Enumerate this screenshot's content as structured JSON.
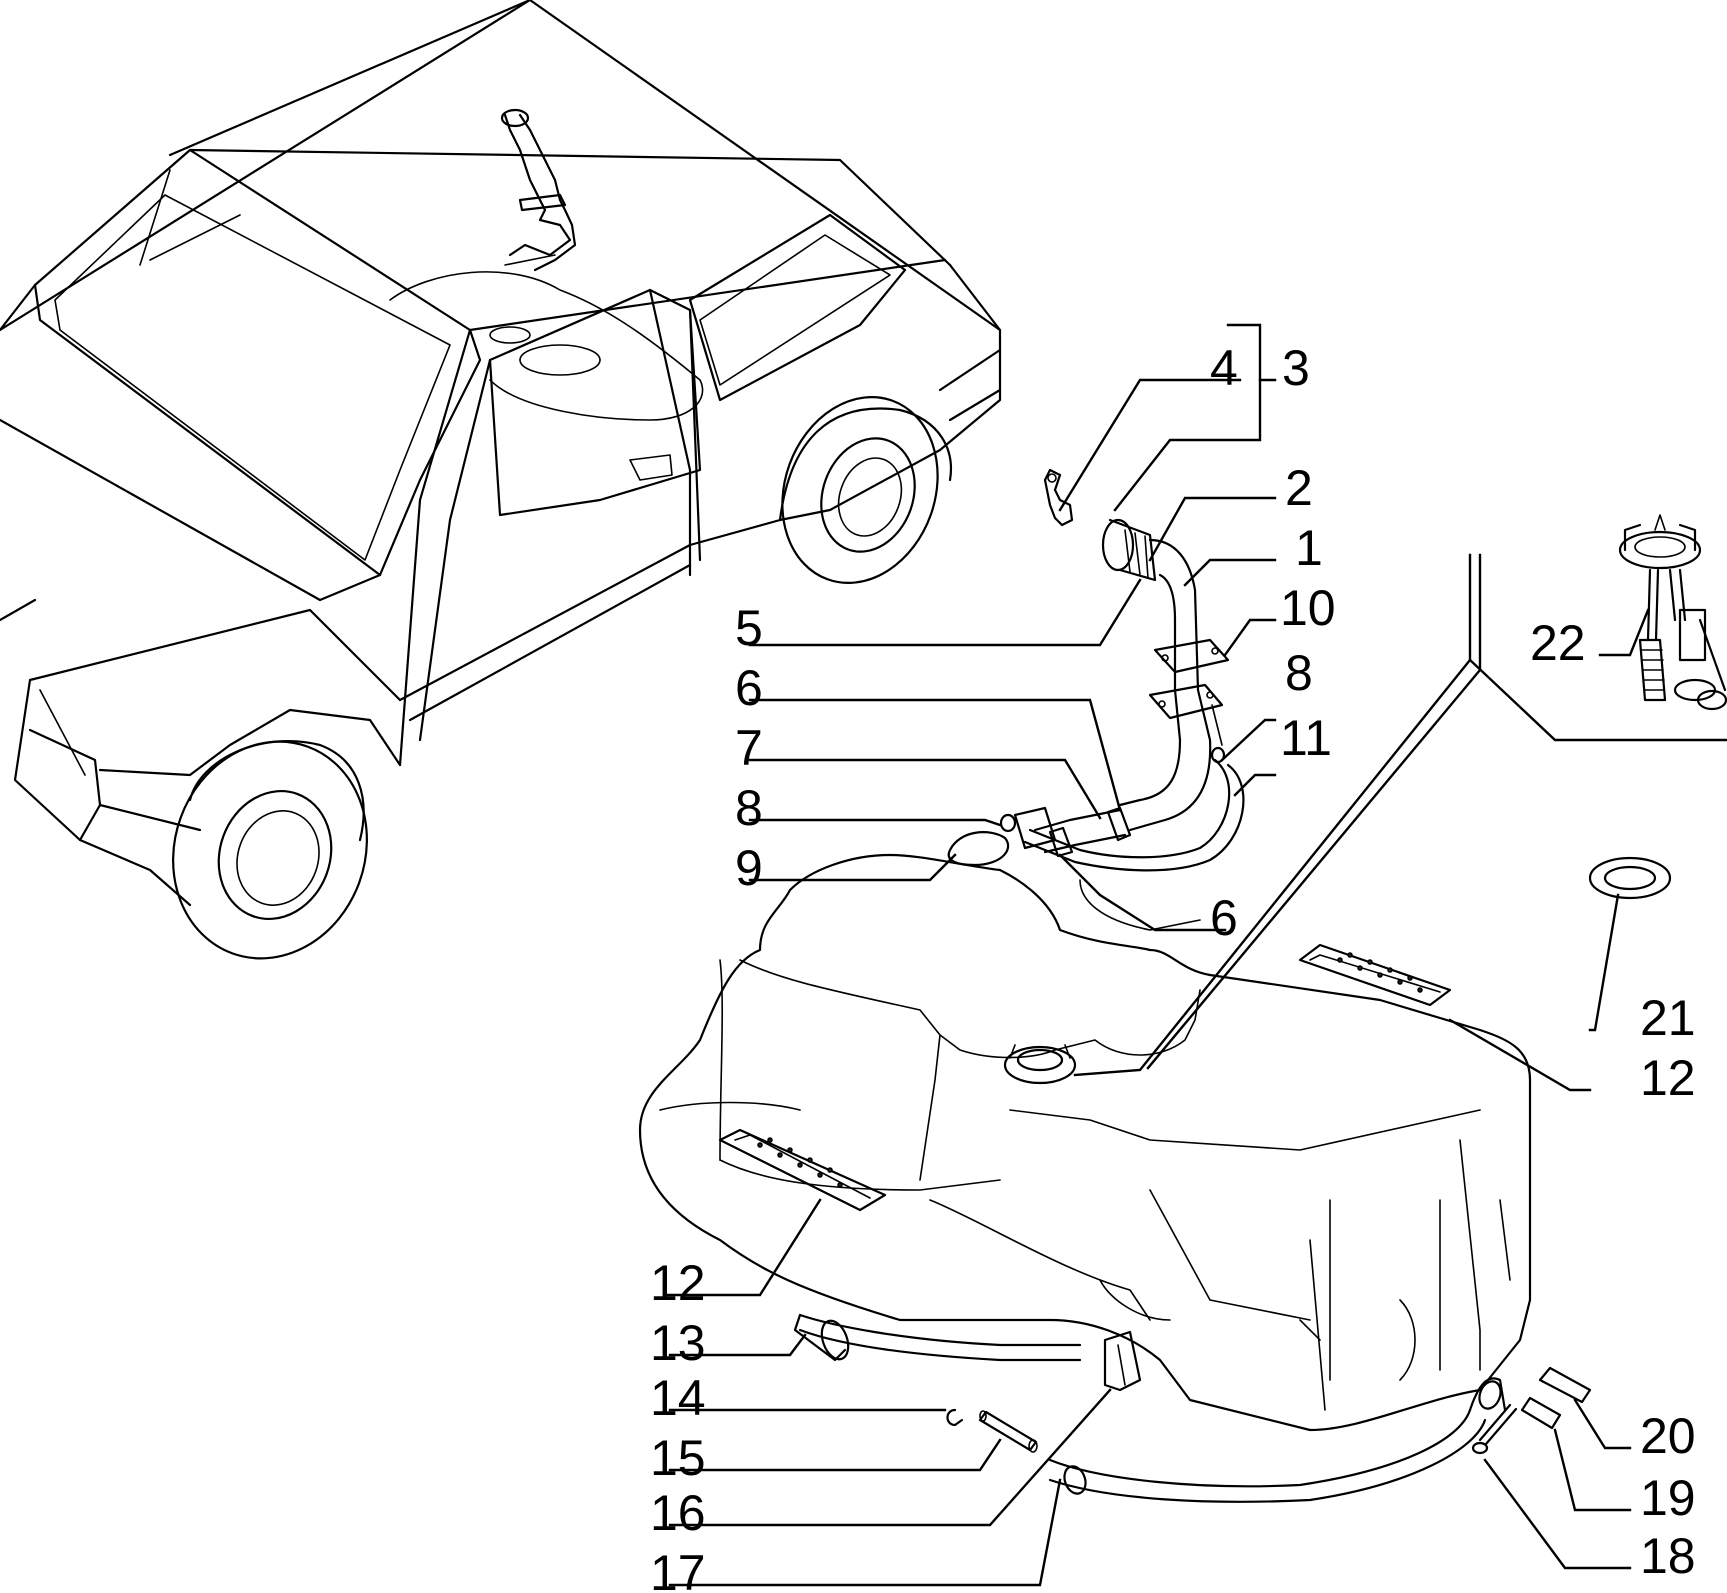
{
  "callouts": [
    {
      "id": "c1",
      "text": "1"
    },
    {
      "id": "c2",
      "text": "2"
    },
    {
      "id": "c3",
      "text": "3"
    },
    {
      "id": "c4",
      "text": "4"
    },
    {
      "id": "c5",
      "text": "5"
    },
    {
      "id": "c6a",
      "text": "6"
    },
    {
      "id": "c6b",
      "text": "6"
    },
    {
      "id": "c7",
      "text": "7"
    },
    {
      "id": "c8a",
      "text": "8"
    },
    {
      "id": "c8b",
      "text": "8"
    },
    {
      "id": "c9",
      "text": "9"
    },
    {
      "id": "c10",
      "text": "10"
    },
    {
      "id": "c11",
      "text": "11"
    },
    {
      "id": "c12a",
      "text": "12"
    },
    {
      "id": "c12b",
      "text": "12"
    },
    {
      "id": "c13",
      "text": "13"
    },
    {
      "id": "c14",
      "text": "14"
    },
    {
      "id": "c15",
      "text": "15"
    },
    {
      "id": "c16",
      "text": "16"
    },
    {
      "id": "c17",
      "text": "17"
    },
    {
      "id": "c18",
      "text": "18"
    },
    {
      "id": "c19",
      "text": "19"
    },
    {
      "id": "c20",
      "text": "20"
    },
    {
      "id": "c21",
      "text": "21"
    },
    {
      "id": "c22",
      "text": "22"
    }
  ]
}
